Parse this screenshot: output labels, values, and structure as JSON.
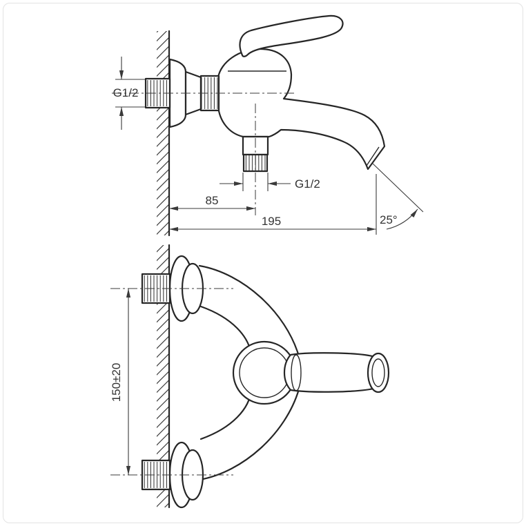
{
  "page": {
    "background": "#ffffff",
    "frame_color": "#e3e3e3",
    "line_color": "#262626"
  },
  "drawing": {
    "name": "Wall-mounted single-lever bath mixer — dimensional technical drawing",
    "side_view": {
      "inlet_thread": "G1/2",
      "outlet_thread": "G1/2",
      "dim_wall_to_outlet": "85",
      "dim_wall_to_spout": "195",
      "spout_angle": "25°"
    },
    "front_view": {
      "dim_flange_centers": "150±20"
    }
  }
}
